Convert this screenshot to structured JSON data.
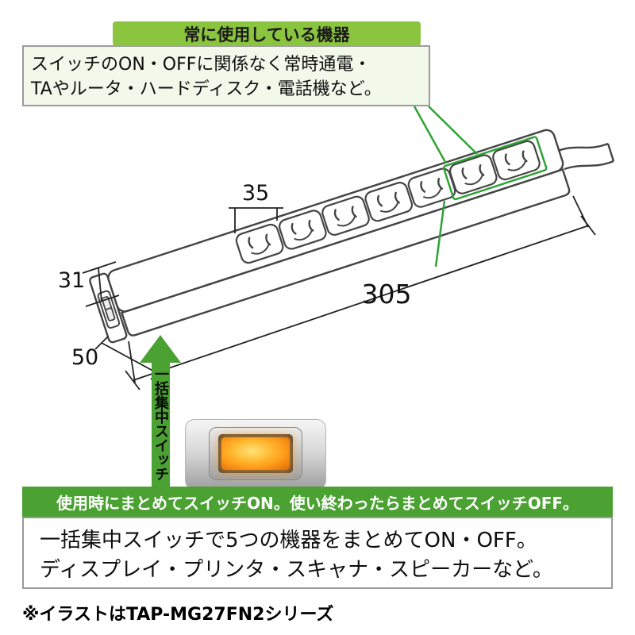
{
  "colors": {
    "label_green": "#8bc43e",
    "banner_green": "#4ba233",
    "line_green": "#2fa337",
    "ink": "#444444",
    "switch_glow_orange": "#ff9d1c"
  },
  "always_on": {
    "label": "常に使用している機器",
    "line1": "スイッチのON・OFFに関係なく常時通電・",
    "line2": "TAやルータ・ハードディスク・電話機など。"
  },
  "dims": {
    "outlet_pitch": "35",
    "height": "31",
    "width": "50",
    "length": "305"
  },
  "master_switch": {
    "vertical_label": "一括集中スイッチ"
  },
  "banner": {
    "text": "使用時にまとめてスイッチON。使い終わったらまとめてスイッチOFF。"
  },
  "switch_group": {
    "line1": "一括集中スイッチで5つの機器をまとめてON・OFF。",
    "line2": "ディスプレイ・プリンタ・スキャナ・スピーカーなど。"
  },
  "footnote": "※イラストはTAP-MG27FN2シリーズ"
}
